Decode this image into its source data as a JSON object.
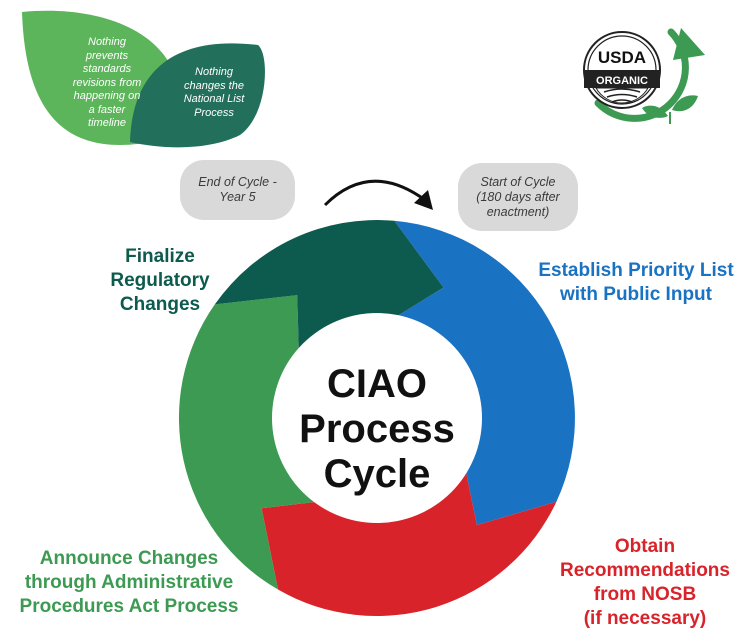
{
  "title_lines": [
    "CIAO",
    "Process",
    "Cycle"
  ],
  "stages": [
    {
      "id": "establish",
      "lines": [
        "Establish Priority List",
        "with Public Input"
      ],
      "color": "#1a73c2"
    },
    {
      "id": "obtain",
      "lines": [
        "Obtain",
        "Recommendations",
        "from NOSB",
        "(if necessary)"
      ],
      "color": "#d9232a"
    },
    {
      "id": "announce",
      "lines": [
        "Announce Changes",
        "through Administrative",
        "Procedures Act Process"
      ],
      "color": "#3d9a52"
    },
    {
      "id": "finalize",
      "lines": [
        "Finalize",
        "Regulatory",
        "Changes"
      ],
      "color": "#0d5a4e"
    }
  ],
  "cycle_markers": {
    "end": [
      "End of Cycle -",
      "Year 5"
    ],
    "start": [
      "Start of Cycle",
      "(180 days after",
      "enactment)"
    ]
  },
  "leaves": {
    "left": [
      "Nothing",
      "prevents",
      "standards",
      "revisions from",
      "happening on",
      "a faster",
      "timeline"
    ],
    "right": [
      "Nothing",
      "changes the",
      "National List",
      "Process"
    ]
  },
  "logo": {
    "top_text": "USDA",
    "bottom_text": "ORGANIC"
  },
  "colors": {
    "blue": "#1a73c2",
    "red": "#d9232a",
    "green": "#3d9a52",
    "dark_green": "#0d5a4e",
    "pill": "#d9d9d9"
  }
}
